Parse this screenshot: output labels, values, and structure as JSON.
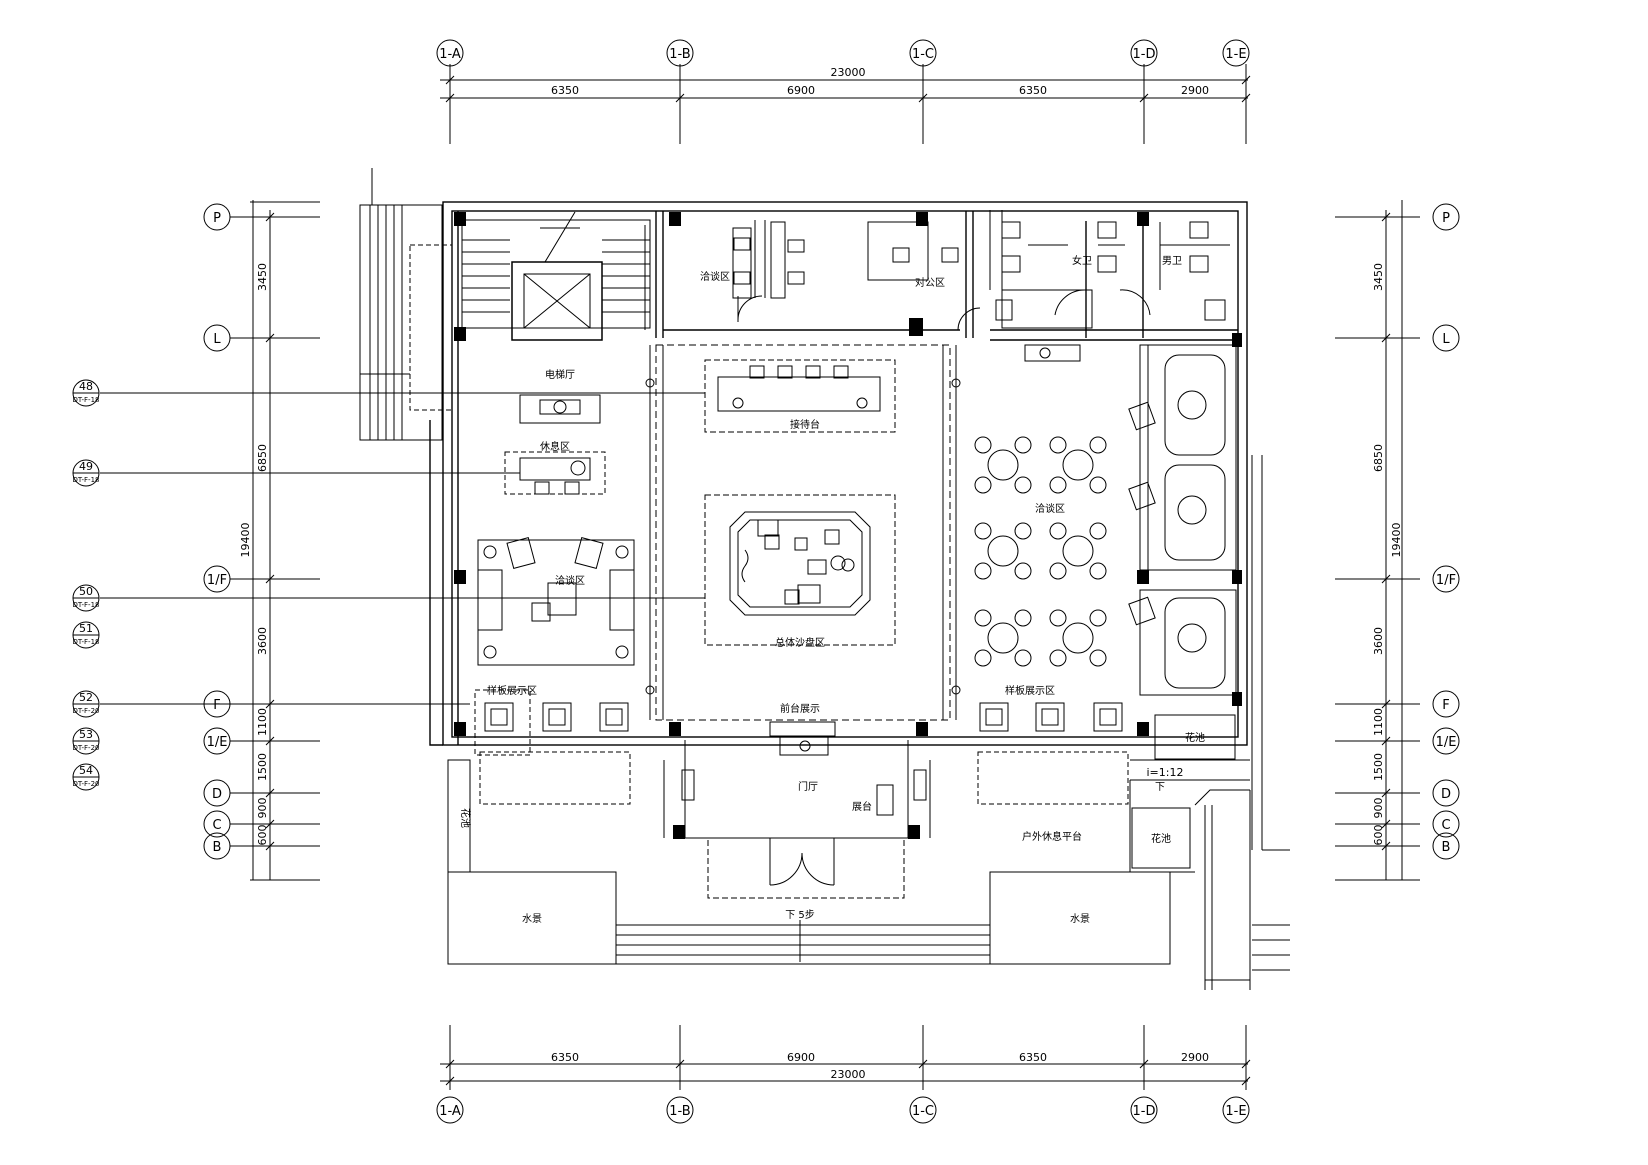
{
  "dimensions": {
    "top_total": "23000",
    "top_segments": [
      "6350",
      "6900",
      "6350",
      "2900"
    ],
    "bottom_total": "23000",
    "bottom_segments": [
      "6350",
      "6900",
      "6350",
      "2900"
    ],
    "left_total": "19400",
    "left_segments": [
      "3450",
      "6850",
      "3600",
      "1100",
      "1500",
      "900",
      "600"
    ],
    "right_total": "19400",
    "right_segments": [
      "3450",
      "6850",
      "3600",
      "1100",
      "1500",
      "900",
      "600"
    ]
  },
  "column_axes": [
    "1-A",
    "1-B",
    "1-C",
    "1-D",
    "1-E"
  ],
  "row_axes": [
    "P",
    "L",
    "1/F",
    "F",
    "1/E",
    "D",
    "C",
    "B"
  ],
  "section_refs": [
    {
      "num": "48",
      "sheet": "DT-F-18"
    },
    {
      "num": "49",
      "sheet": "DT-F-18"
    },
    {
      "num": "50",
      "sheet": "DT-F-18"
    },
    {
      "num": "51",
      "sheet": "DT-F-18"
    },
    {
      "num": "52",
      "sheet": "DT-F-20"
    },
    {
      "num": "53",
      "sheet": "DT-F-20"
    },
    {
      "num": "54",
      "sheet": "DT-F-20"
    }
  ],
  "rooms": {
    "elevator_hall": "电梯厅",
    "discuss_left": "洽谈区",
    "waiting": "休息区",
    "office": "对公区",
    "female_wc": "女卫",
    "male_wc": "男卫",
    "reception": "接待台",
    "sand_table": "总体沙盘区",
    "discuss_right": "洽谈区",
    "display_left": "样板展示区",
    "display_right": "样板展示区",
    "entrance_cabinet": "前台展示",
    "foyer": "门厅",
    "foyer_desk": "展台",
    "planter_left": "花池",
    "planter_right": "花池",
    "planter_right2": "花池",
    "terrace": "户外休息平台",
    "water_left": "水景",
    "water_right": "水景",
    "steps": "下 5步",
    "ramp_slope": "i=1:12",
    "ramp_down": "下"
  },
  "colors": {
    "line": "#000000",
    "background": "#ffffff"
  }
}
